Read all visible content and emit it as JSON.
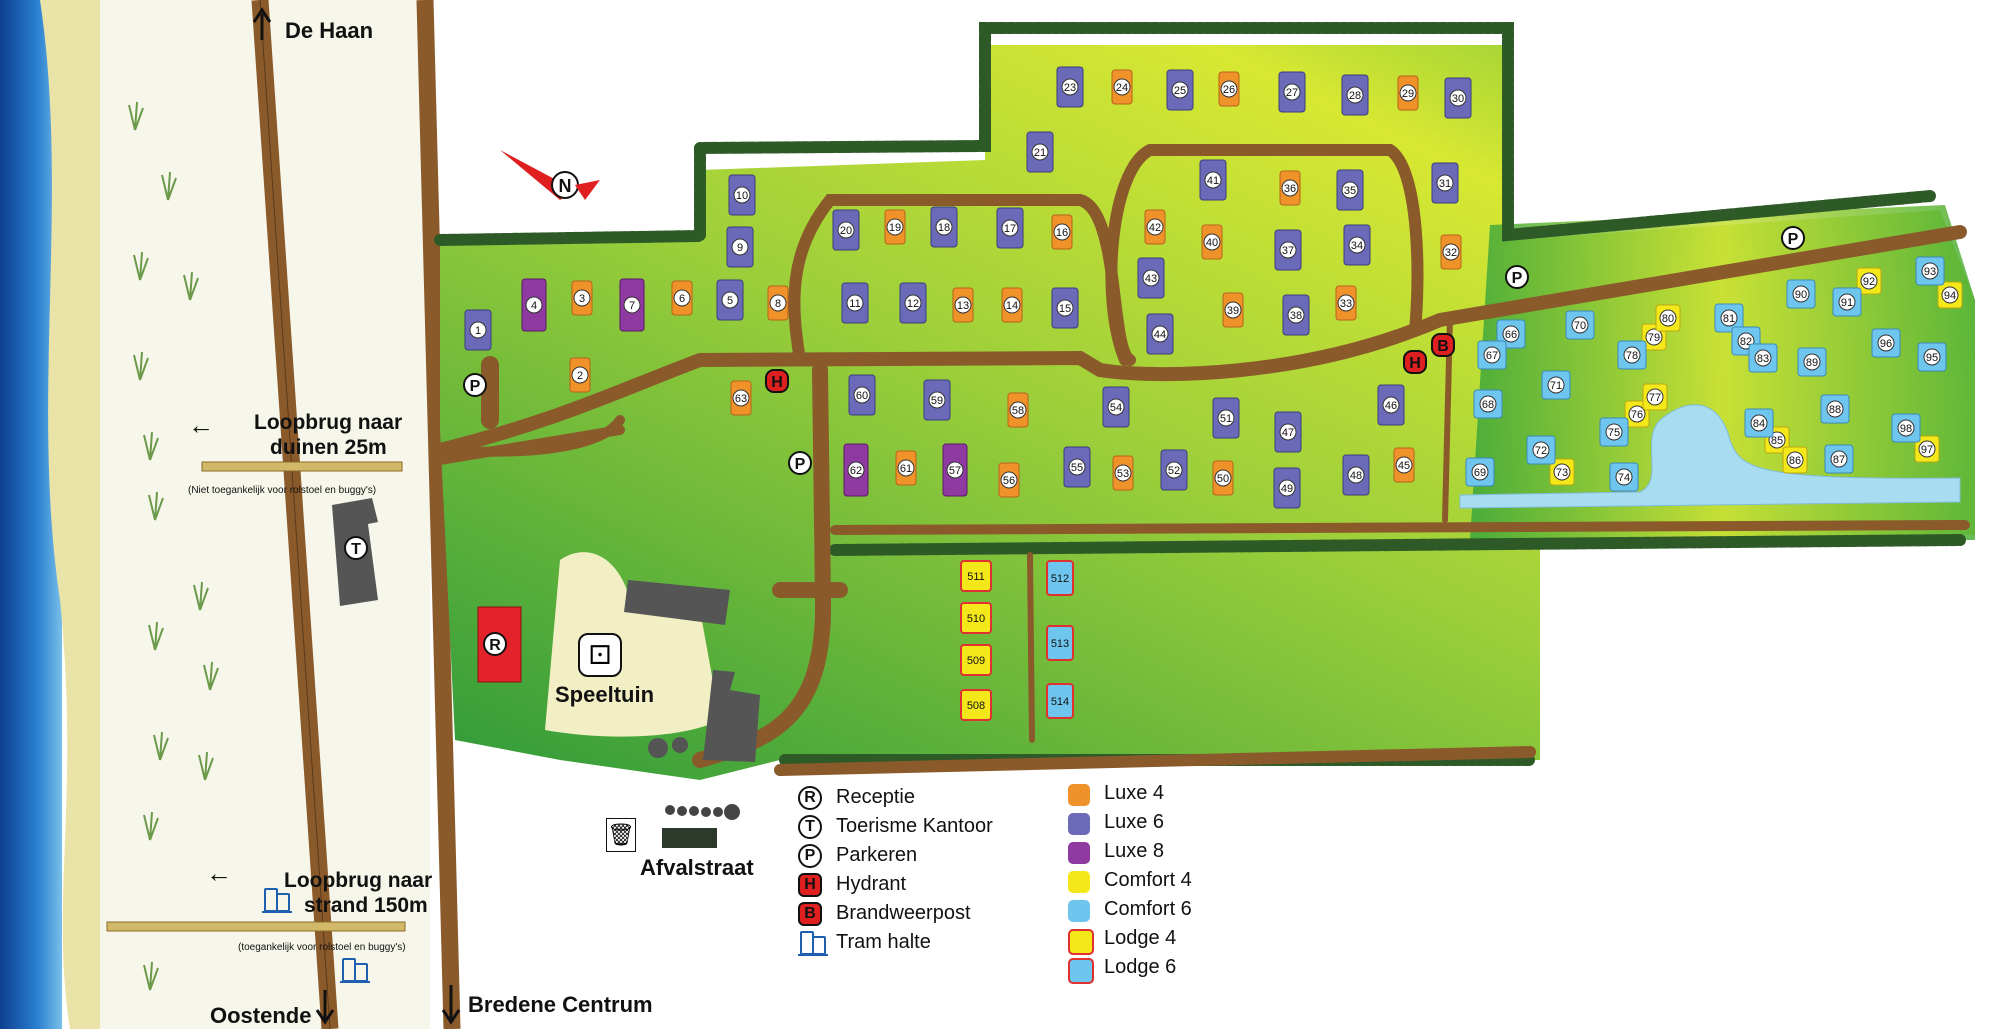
{
  "places": {
    "north": "De Haan",
    "south": "Oostende",
    "centre": "Bredene Centrum",
    "waste": "Afvalstraat",
    "playground": "Speeltuin"
  },
  "walkways": [
    {
      "line1": "Loopbrug naar",
      "line2": "duinen 25m",
      "note": "(Niet toegankelijk voor rolstoel en buggy's)"
    },
    {
      "line1": "Loopbrug naar",
      "line2": "strand 150m",
      "note": "(toegankelijk voor rolstoel en buggy's)"
    }
  ],
  "markers": {
    "reception": "R",
    "tourism": "T",
    "parking": "P",
    "hydrant": "H",
    "fire": "B"
  },
  "legend": [
    {
      "symbol": "R",
      "label": "Receptie",
      "style": "circle"
    },
    {
      "symbol": "T",
      "label": "Toerisme Kantoor",
      "style": "circle"
    },
    {
      "symbol": "P",
      "label": "Parkeren",
      "style": "circle"
    },
    {
      "symbol": "H",
      "label": "Hydrant",
      "style": "red"
    },
    {
      "symbol": "B",
      "label": "Brandweerpost",
      "style": "red"
    },
    {
      "symbol": "tram-icon",
      "label": "Tram halte",
      "style": "tram"
    }
  ],
  "accommodation_types": [
    {
      "label": "Luxe 4",
      "color": "#f0922a",
      "lodge": false
    },
    {
      "label": "Luxe 6",
      "color": "#6a6ab8",
      "lodge": false
    },
    {
      "label": "Luxe 8",
      "color": "#8e3aa0",
      "lodge": false
    },
    {
      "label": "Comfort 4",
      "color": "#f5e81a",
      "lodge": false
    },
    {
      "label": "Comfort 6",
      "color": "#6ec6ee",
      "lodge": false
    },
    {
      "label": "Lodge 4",
      "color": "#f5e81a",
      "lodge": true
    },
    {
      "label": "Lodge 6",
      "color": "#6ec6ee",
      "lodge": true
    }
  ],
  "lots": {
    "luxe4": [
      "2",
      "3",
      "6",
      "8",
      "13",
      "14",
      "16",
      "19",
      "24",
      "26",
      "29",
      "32",
      "33",
      "36",
      "39",
      "40",
      "42",
      "45",
      "50",
      "53",
      "56",
      "58",
      "61",
      "63"
    ],
    "luxe6": [
      "1",
      "5",
      "9",
      "10",
      "11",
      "12",
      "15",
      "17",
      "18",
      "20",
      "21",
      "23",
      "25",
      "27",
      "28",
      "30",
      "31",
      "34",
      "35",
      "37",
      "38",
      "41",
      "43",
      "44",
      "46",
      "47",
      "48",
      "49",
      "51",
      "52",
      "54",
      "55",
      "59",
      "60"
    ],
    "luxe8": [
      "4",
      "7",
      "57",
      "62"
    ],
    "comfort4": [
      "73",
      "76",
      "77",
      "79",
      "80",
      "85",
      "86",
      "92",
      "94",
      "97"
    ],
    "comfort6": [
      "66",
      "67",
      "68",
      "69",
      "70",
      "71",
      "72",
      "74",
      "75",
      "78",
      "81",
      "82",
      "83",
      "84",
      "87",
      "88",
      "89",
      "90",
      "91",
      "93",
      "95",
      "96",
      "98"
    ],
    "lodge4": [
      "508",
      "509",
      "510",
      "511"
    ],
    "lodge6": [
      "512",
      "513",
      "514"
    ]
  }
}
